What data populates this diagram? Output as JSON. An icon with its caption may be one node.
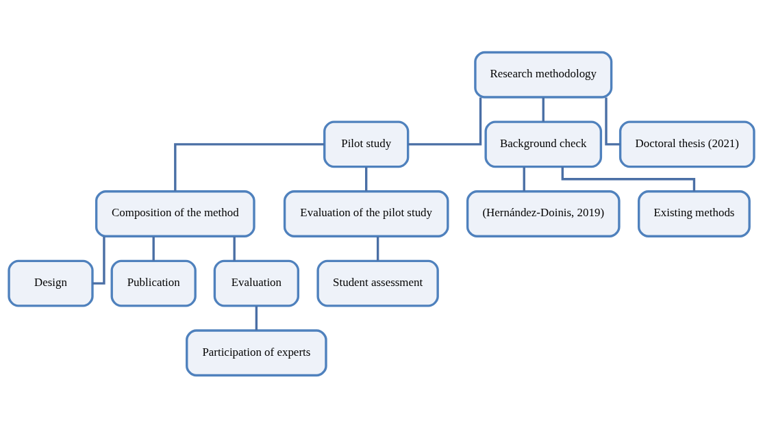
{
  "diagram": {
    "nodes": [
      {
        "text": [
          "Research methodology"
        ]
      },
      {
        "text": [
          "Pilot study"
        ]
      },
      {
        "text": [
          "Background check"
        ]
      },
      {
        "text": [
          "Doctoral thesis (2021)"
        ]
      },
      {
        "text": [
          "Composition of the method"
        ]
      },
      {
        "text": [
          "Evaluation of the pilot study"
        ]
      },
      {
        "text": [
          "Design"
        ]
      },
      {
        "text": [
          "Publication"
        ]
      },
      {
        "text": [
          "Evaluation"
        ]
      },
      {
        "text": [
          "Participation of experts"
        ]
      },
      {
        "text": [
          "Student assessment"
        ]
      },
      {
        "text": [
          "(Hernández-Doinis, 2019)"
        ]
      },
      {
        "text": [
          "Existing methods"
        ]
      }
    ],
    "edges": [
      {
        "from": 0,
        "to": 1,
        "arrow": "none"
      },
      {
        "from": 0,
        "to": 2,
        "arrow": "none"
      },
      {
        "from": 0,
        "to": 3,
        "arrow": "none"
      },
      {
        "from": 1,
        "to": 4,
        "arrow": "none"
      },
      {
        "from": 1,
        "to": 5,
        "arrow": "none"
      },
      {
        "from": 4,
        "to": 6,
        "arrow": "none"
      },
      {
        "from": 4,
        "to": 7,
        "arrow": "none"
      },
      {
        "from": 4,
        "to": 8,
        "arrow": "none"
      },
      {
        "from": 8,
        "to": 9,
        "arrow": "none"
      },
      {
        "from": 5,
        "to": 10,
        "arrow": "none"
      },
      {
        "from": 2,
        "to": 11,
        "arrow": "none"
      },
      {
        "from": 2,
        "to": 12,
        "arrow": "none"
      }
    ]
  }
}
